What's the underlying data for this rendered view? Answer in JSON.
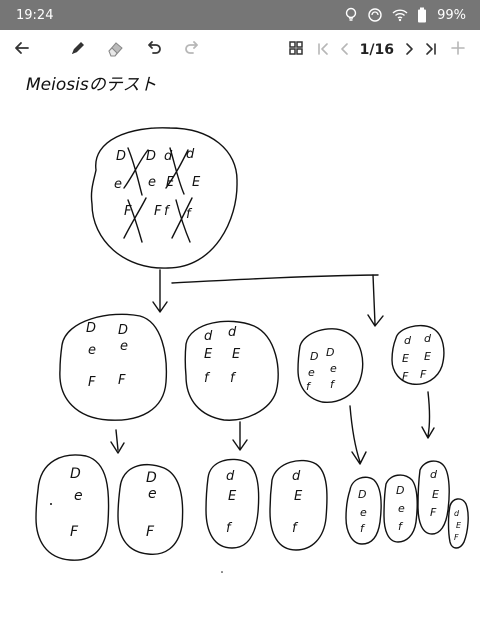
{
  "status": {
    "time": "19:24",
    "battery": "99%"
  },
  "toolbar": {
    "page_indicator": "1/16"
  },
  "note": {
    "title": "Meiosisのテスト",
    "parent_cell": [
      "D",
      "D",
      "d",
      "d",
      "e",
      "e",
      "E",
      "E",
      "F",
      "F",
      "f",
      "f"
    ],
    "meiosis1_cells": [
      [
        "D",
        "D",
        "e",
        "e",
        "F",
        "F"
      ],
      [
        "d",
        "d",
        "E",
        "E",
        "f",
        "f"
      ],
      [
        "D",
        "D",
        "e",
        "e",
        "f",
        "f"
      ],
      [
        "d",
        "d",
        "E",
        "E",
        "F",
        "F"
      ]
    ],
    "gametes": [
      [
        "D",
        "e",
        "F"
      ],
      [
        "D",
        "e",
        "F"
      ],
      [
        "d",
        "E",
        "f"
      ],
      [
        "d",
        "E",
        "f"
      ],
      [
        "D",
        "e",
        "f"
      ],
      [
        "D",
        "e",
        "f"
      ],
      [
        "d",
        "E",
        "F"
      ],
      [
        "d",
        "E",
        "F"
      ]
    ]
  },
  "icons": {
    "back": "arrow-left-icon",
    "pen": "pen-icon",
    "eraser": "eraser-icon",
    "undo": "undo-icon",
    "redo": "redo-icon",
    "grid": "grid-icon",
    "first": "first-page-icon",
    "prev": "prev-page-icon",
    "next": "next-page-icon",
    "last": "last-page-icon",
    "add": "add-page-icon"
  }
}
